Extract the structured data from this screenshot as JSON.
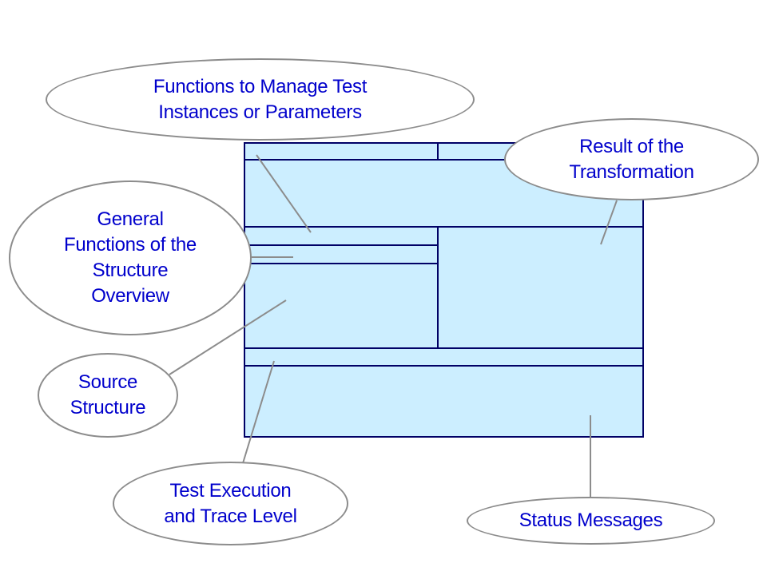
{
  "diagram": {
    "type": "ui-layout-annotation",
    "colors": {
      "panel_fill": "#cceeff",
      "panel_border": "#000066",
      "callout_text": "#0000cc",
      "callout_border": "#8c8c8c",
      "connector": "#8c8c8c"
    },
    "regions": [
      {
        "id": "toolbar-left",
        "description": "top-left toolbar area"
      },
      {
        "id": "toolbar-right",
        "description": "top-right toolbar area"
      },
      {
        "id": "test-instances-panel",
        "description": "test instances / parameters area"
      },
      {
        "id": "structure-functions-row-1",
        "description": "structure overview function bar"
      },
      {
        "id": "structure-functions-row-2",
        "description": "structure overview function bar"
      },
      {
        "id": "source-structure-panel",
        "description": "source structure tree"
      },
      {
        "id": "result-panel",
        "description": "transformation result"
      },
      {
        "id": "test-execution-bar",
        "description": "test execution and trace level"
      },
      {
        "id": "status-messages-panel",
        "description": "status messages"
      }
    ],
    "callouts": [
      {
        "id": "manage-test-instances",
        "label": "Functions to Manage Test\nInstances or Parameters"
      },
      {
        "id": "result-transformation",
        "label": "Result of the\nTransformation"
      },
      {
        "id": "general-functions",
        "label": "General\nFunctions of the\nStructure\nOverview"
      },
      {
        "id": "source-structure",
        "label": "Source\nStructure"
      },
      {
        "id": "test-execution",
        "label": "Test Execution\nand Trace Level"
      },
      {
        "id": "status-messages",
        "label": "Status Messages"
      }
    ]
  }
}
